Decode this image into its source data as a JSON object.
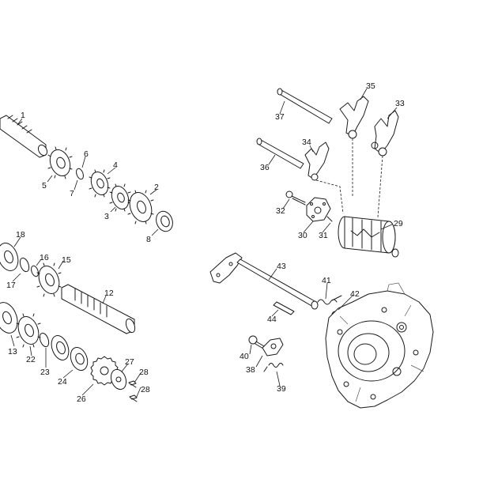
{
  "callouts": [
    {
      "id": "1",
      "text": "1"
    },
    {
      "id": "2",
      "text": "2"
    },
    {
      "id": "3",
      "text": "3"
    },
    {
      "id": "4",
      "text": "4"
    },
    {
      "id": "5",
      "text": "5"
    },
    {
      "id": "6",
      "text": "6"
    },
    {
      "id": "7",
      "text": "7"
    },
    {
      "id": "8",
      "text": "8"
    },
    {
      "id": "12",
      "text": "12"
    },
    {
      "id": "13",
      "text": "13"
    },
    {
      "id": "15",
      "text": "15"
    },
    {
      "id": "16",
      "text": "16"
    },
    {
      "id": "17",
      "text": "17"
    },
    {
      "id": "18",
      "text": "18"
    },
    {
      "id": "22",
      "text": "22"
    },
    {
      "id": "23",
      "text": "23"
    },
    {
      "id": "24",
      "text": "24"
    },
    {
      "id": "26",
      "text": "26"
    },
    {
      "id": "27",
      "text": "27"
    },
    {
      "id": "28a",
      "text": "28"
    },
    {
      "id": "28b",
      "text": "28"
    },
    {
      "id": "29",
      "text": "29"
    },
    {
      "id": "30",
      "text": "30"
    },
    {
      "id": "31",
      "text": "31"
    },
    {
      "id": "32",
      "text": "32"
    },
    {
      "id": "33",
      "text": "33"
    },
    {
      "id": "34",
      "text": "34"
    },
    {
      "id": "35",
      "text": "35"
    },
    {
      "id": "36",
      "text": "36"
    },
    {
      "id": "37",
      "text": "37"
    },
    {
      "id": "38",
      "text": "38"
    },
    {
      "id": "39",
      "text": "39"
    },
    {
      "id": "40",
      "text": "40"
    },
    {
      "id": "41",
      "text": "41"
    },
    {
      "id": "42",
      "text": "42"
    },
    {
      "id": "43",
      "text": "43"
    },
    {
      "id": "44",
      "text": "44"
    }
  ]
}
